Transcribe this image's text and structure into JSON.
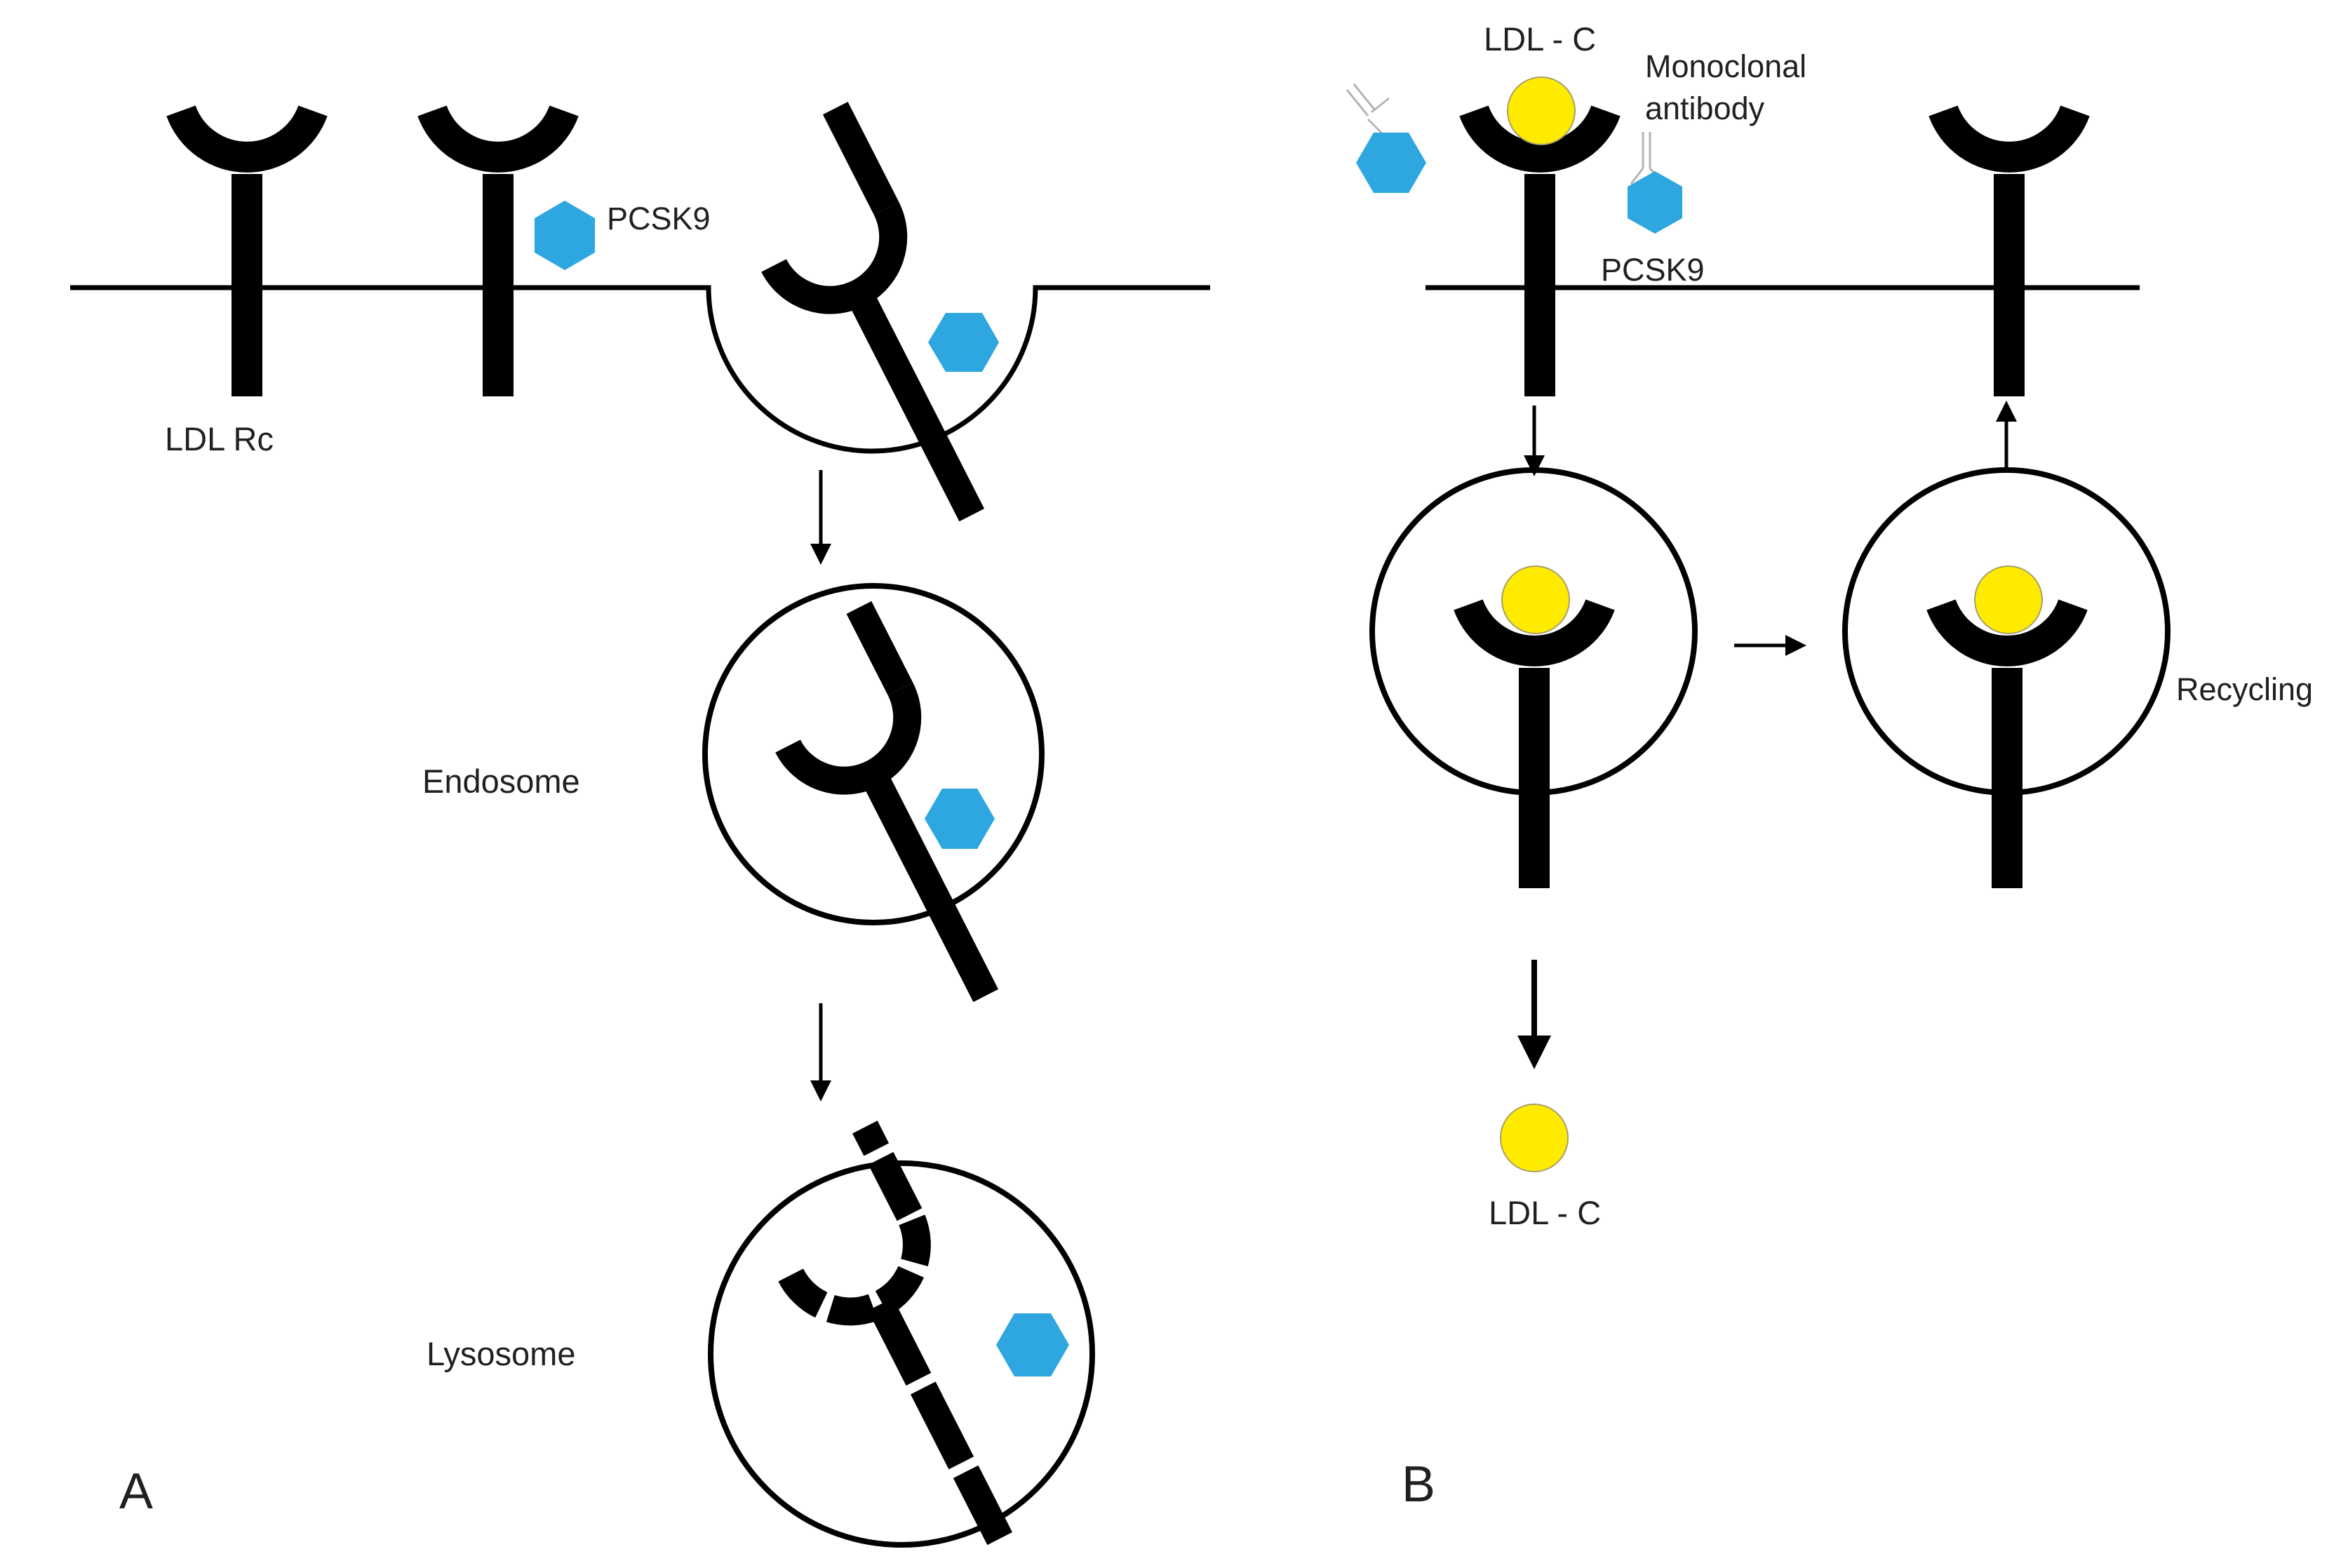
{
  "panel_a": {
    "letter": "A",
    "labels": {
      "receptor": "LDL Rc",
      "pcsk9": "PCSK9",
      "endosome": "Endosome",
      "lysosome": "Lysosome"
    }
  },
  "panel_b": {
    "letter": "B",
    "labels": {
      "ldl_top": "LDL - C",
      "antibody_line1": "Monoclonal",
      "antibody_line2": "antibody",
      "pcsk9": "PCSK9",
      "recycling": "Recycling",
      "ldl_bottom": "LDL - C"
    }
  },
  "colors": {
    "pcsk9": "#2ea6df",
    "ldl": "#ffeb00",
    "ldl_outline": "#a89f6a",
    "ink": "#000000",
    "antibody": "#b4b4b4"
  },
  "icons": {
    "receptor": "y-shaped-receptor-icon",
    "pcsk9": "hexagon-icon",
    "ldl": "circle-particle-icon",
    "antibody": "y-shaped-antibody-icon"
  }
}
